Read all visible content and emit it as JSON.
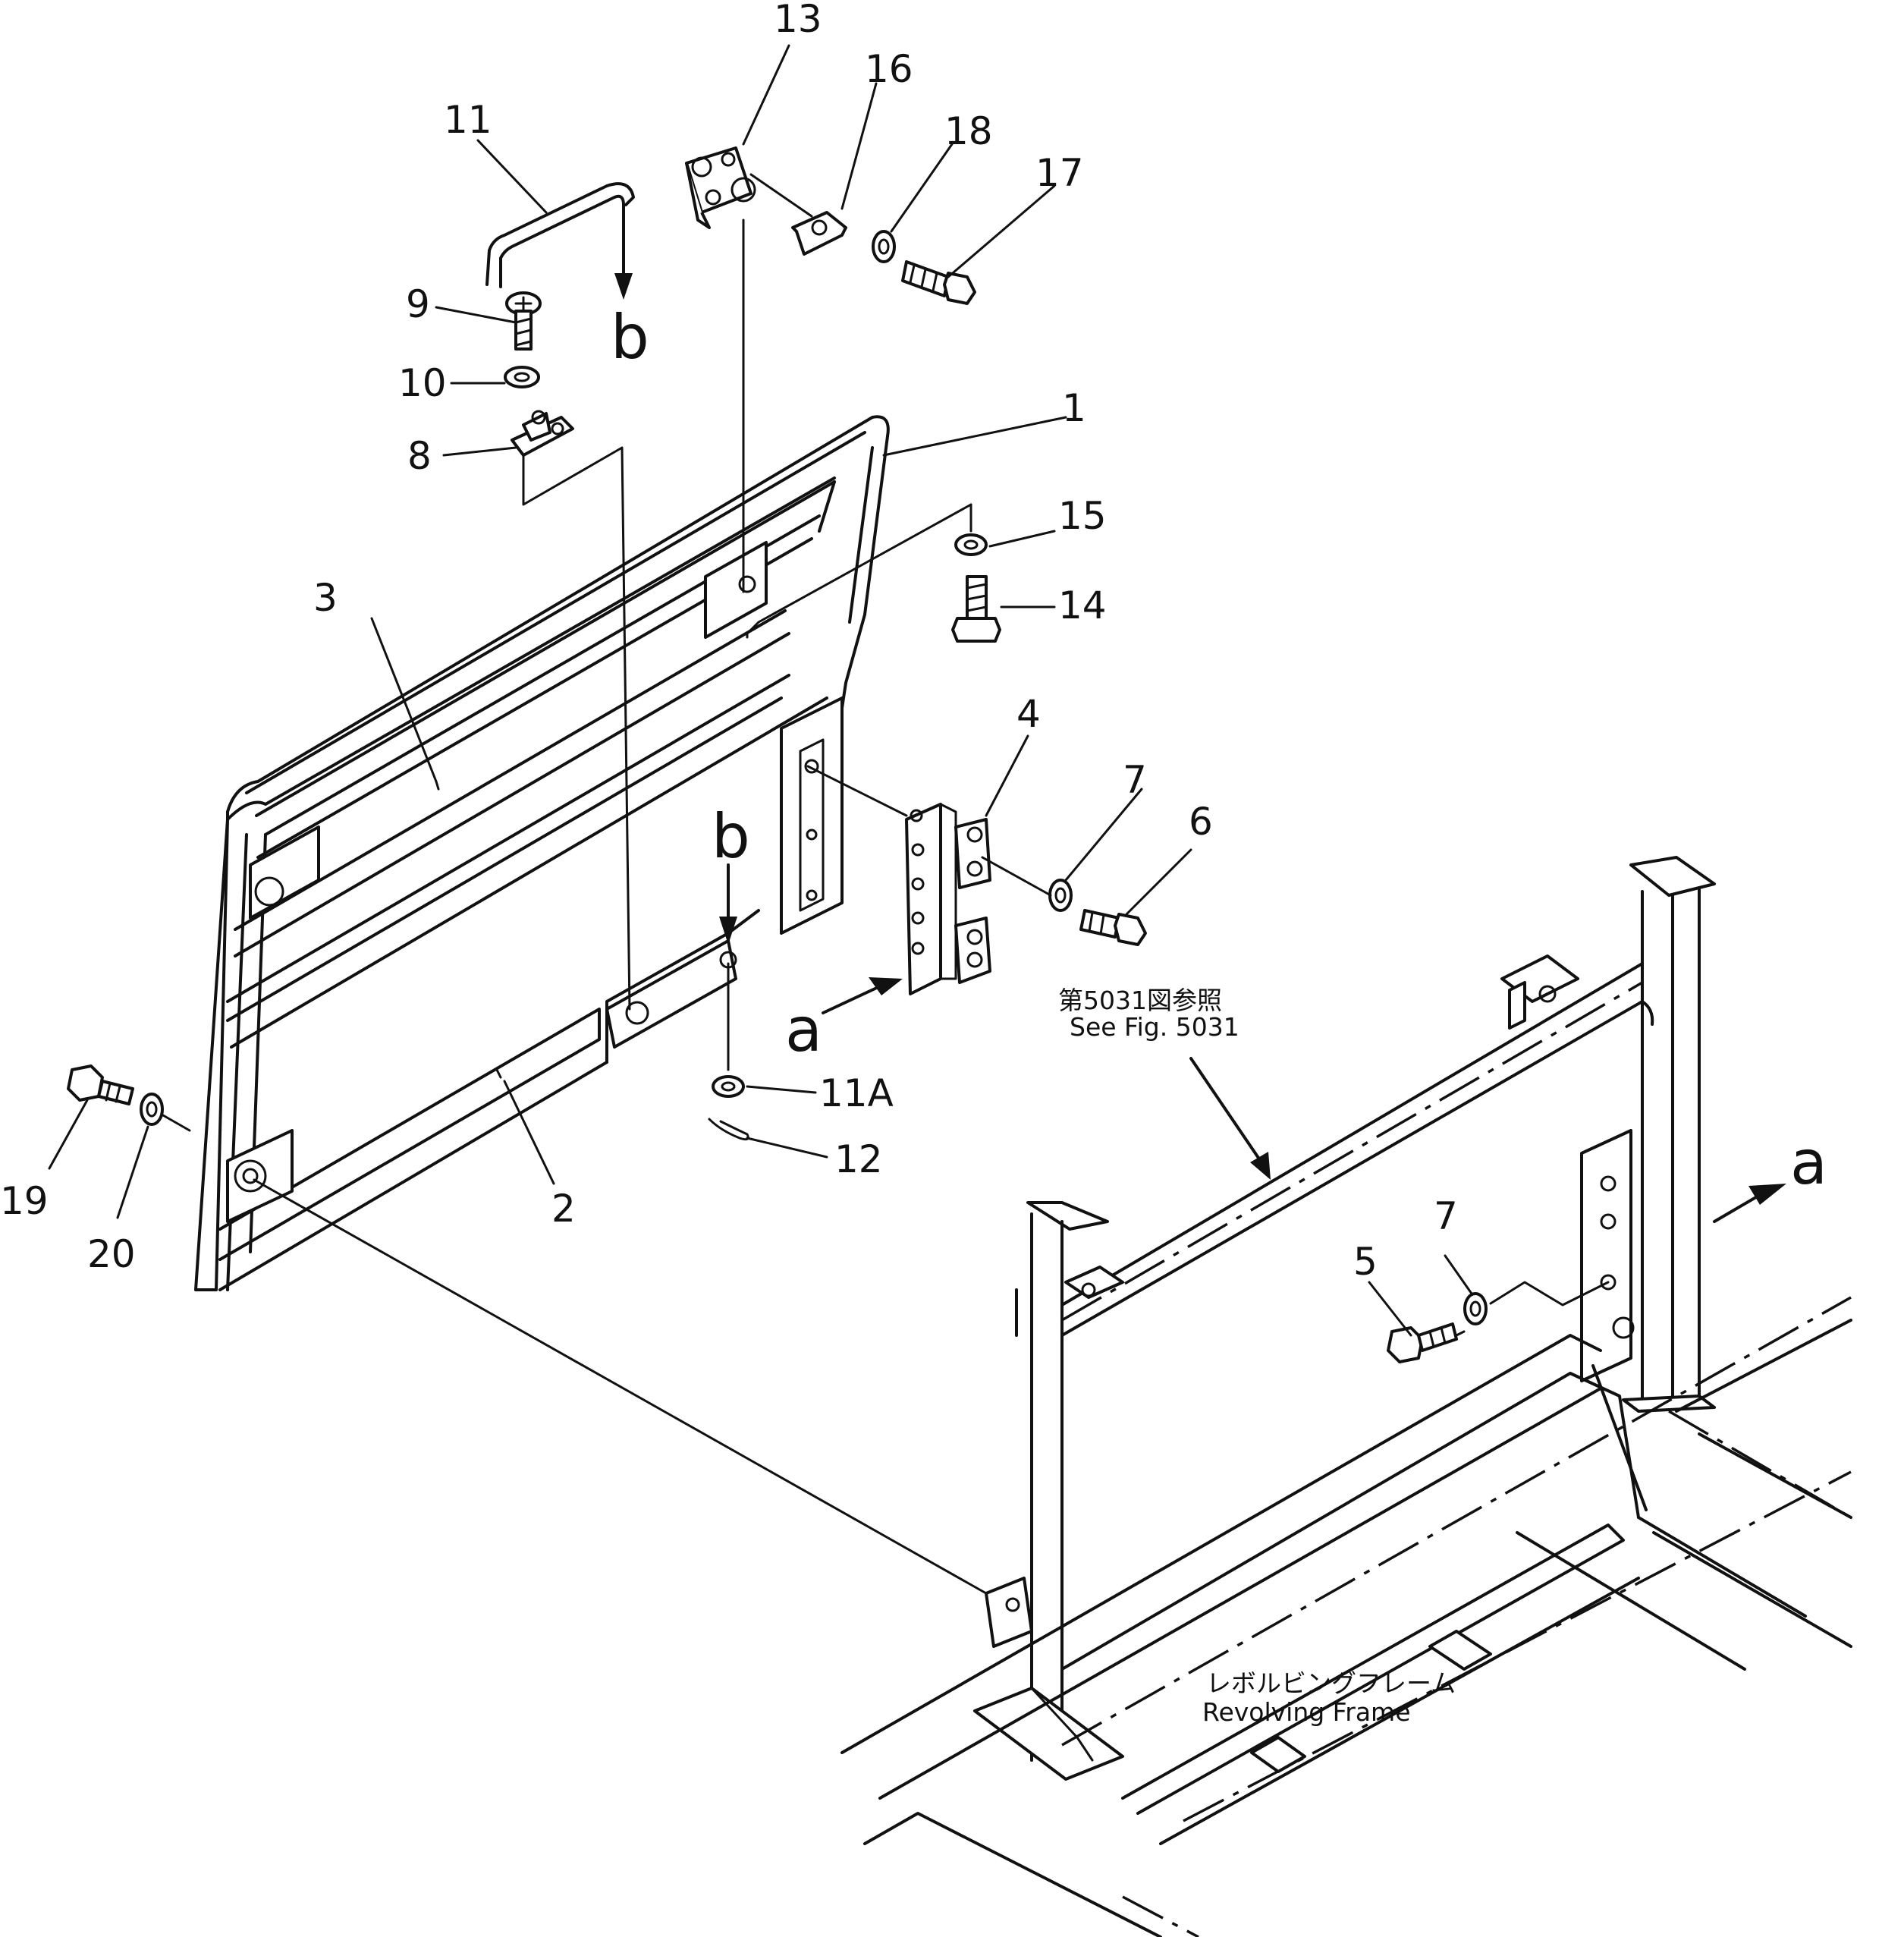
{
  "callouts": {
    "p1": "1",
    "p2": "2",
    "p3": "3",
    "p4": "4",
    "p5": "5",
    "p6": "6",
    "p7a": "7",
    "p7b": "7",
    "p8": "8",
    "p9": "9",
    "p10": "10",
    "p11": "11",
    "p11a": "11A",
    "p12": "12",
    "p13": "13",
    "p14": "14",
    "p15": "15",
    "p16": "16",
    "p17": "17",
    "p18": "18",
    "p19": "19",
    "p20": "20"
  },
  "view_marks": {
    "a_left": "a",
    "a_right": "a",
    "b_top": "b",
    "b_mid": "b"
  },
  "notes": {
    "see_fig_jp": "第5031図参照",
    "see_fig_en": "See Fig. 5031",
    "frame_jp": "レボルビングフレーム",
    "frame_en": "Revolving Frame"
  }
}
